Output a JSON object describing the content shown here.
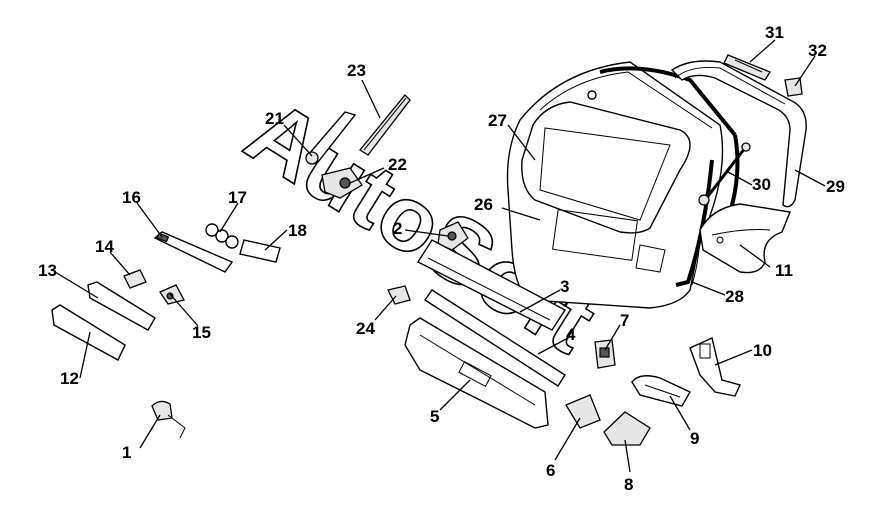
{
  "watermark": "AutoSoft",
  "callouts": [
    {
      "id": "1",
      "label": "1"
    },
    {
      "id": "2",
      "label": "2"
    },
    {
      "id": "3",
      "label": "3"
    },
    {
      "id": "4",
      "label": "4"
    },
    {
      "id": "5",
      "label": "5"
    },
    {
      "id": "6",
      "label": "6"
    },
    {
      "id": "7",
      "label": "7"
    },
    {
      "id": "8",
      "label": "8"
    },
    {
      "id": "9",
      "label": "9"
    },
    {
      "id": "10",
      "label": "10"
    },
    {
      "id": "11",
      "label": "11"
    },
    {
      "id": "12",
      "label": "12"
    },
    {
      "id": "13",
      "label": "13"
    },
    {
      "id": "14",
      "label": "14"
    },
    {
      "id": "15",
      "label": "15"
    },
    {
      "id": "16",
      "label": "16"
    },
    {
      "id": "17",
      "label": "17"
    },
    {
      "id": "18",
      "label": "18"
    },
    {
      "id": "21",
      "label": "21"
    },
    {
      "id": "22",
      "label": "22"
    },
    {
      "id": "23",
      "label": "23"
    },
    {
      "id": "24",
      "label": "24"
    },
    {
      "id": "26",
      "label": "26"
    },
    {
      "id": "27",
      "label": "27"
    },
    {
      "id": "28",
      "label": "28"
    },
    {
      "id": "29",
      "label": "29"
    },
    {
      "id": "30",
      "label": "30"
    },
    {
      "id": "31",
      "label": "31"
    },
    {
      "id": "32",
      "label": "32"
    }
  ]
}
